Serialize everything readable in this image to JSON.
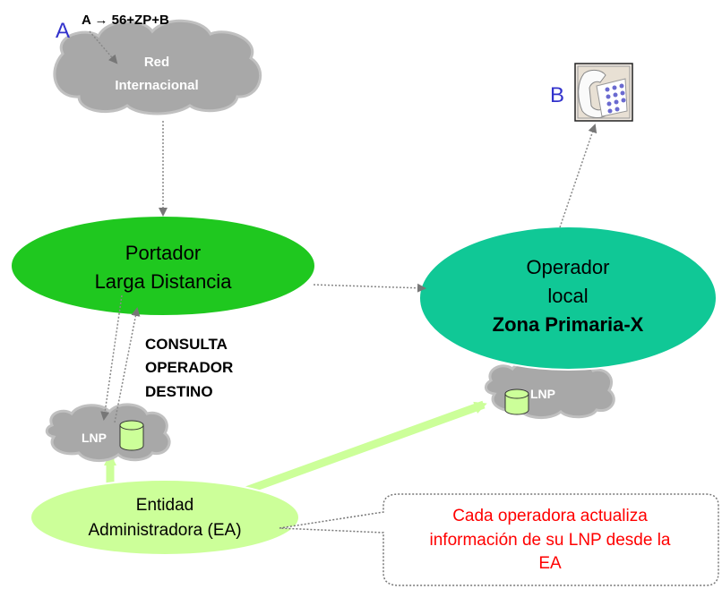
{
  "labels": {
    "a": "A",
    "a_dial": "A → 56+ZP+B",
    "b": "B",
    "red_1": "Red",
    "red_2": "Internacional",
    "portador_1": "Portador",
    "portador_2": "Larga Distancia",
    "operador_1": "Operador",
    "operador_2": "local",
    "operador_3": "Zona Primaria-X",
    "consulta_1": "CONSULTA",
    "consulta_2": "OPERADOR",
    "consulta_3": "DESTINO",
    "lnp_left": "LNP",
    "lnp_right": "LNP",
    "entidad_1": "Entidad",
    "entidad_2": "Administradora (EA)",
    "callout_1": "Cada operadora actualiza",
    "callout_2": "información de su LNP desde la",
    "callout_3": "EA"
  },
  "icons": {
    "phone": "telephone-icon",
    "database": "database-cylinder-icon"
  },
  "colors": {
    "portador_fill": "#1fc81f",
    "operador_fill": "#10c896",
    "entidad_fill": "#ccff99",
    "cloud_fill": "#a8a8a8",
    "cylinder_fill": "#ccff99",
    "thick_arrow": "#ccff99",
    "callout_text": "#ff0000",
    "label_blue": "#3333cc"
  }
}
